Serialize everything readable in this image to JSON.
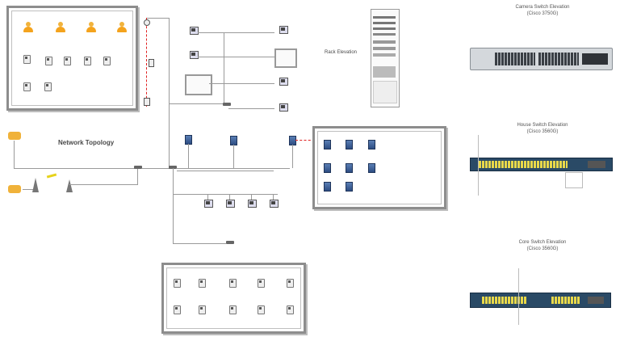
{
  "diagram": {
    "topology_title": "Network Topology",
    "rack_title": "Rack Elevation",
    "camera_switch": {
      "title": "Camera Switch Elevation",
      "model": "(Cisco 3750G)"
    },
    "house_switch": {
      "title": "House Switch Elevation",
      "model": "(Cisco 3560G)"
    },
    "core_switch": {
      "title": "Core Switch Elevation",
      "model": "(Cisco 3560G)"
    }
  },
  "colors": {
    "border": "#8d8d8d",
    "link": "#9a9a9a",
    "alert_link": "#e02020",
    "user": "#f4a31d",
    "switch_body": "#2a4a66",
    "port_yellow": "#e8d84a"
  }
}
